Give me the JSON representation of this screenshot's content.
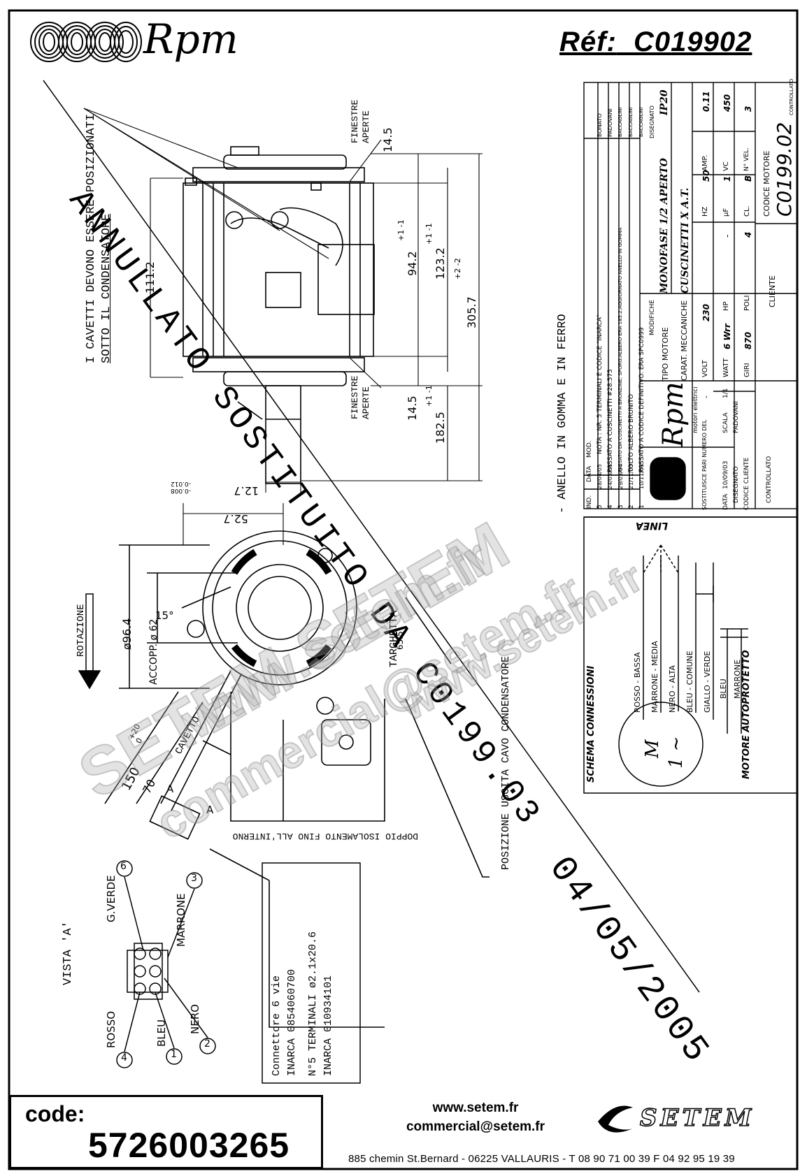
{
  "header": {
    "brand": "Rpm",
    "ref_label": "Réf:",
    "ref_value": "C019902"
  },
  "drawing": {
    "note_cables": [
      "I CAVETTI DEVONO ESSERE POSIZIONATI",
      "SOTTO IL CONDENSATORE"
    ],
    "windows_top": [
      "FINESTRE",
      "APERTE"
    ],
    "windows_bottom": [
      "FINESTRE",
      "APERTE"
    ],
    "dims": {
      "d1": "14.5",
      "d2": "94.2",
      "d3": "123.2",
      "d4": "305.7",
      "d5": "14.5",
      "d6": "182.5",
      "d7": "12.7",
      "d8": "52.7",
      "d9": "ø96.4",
      "d10": "ACCOPP. ø 62",
      "d11": "15°",
      "d12": "150",
      "d13": "70",
      "d14": "65.5",
      "d15": "111.2"
    },
    "tolerances": {
      "t1": "+1",
      "t2": "-1",
      "t3": "+1",
      "t4": "-1",
      "t5": "+2",
      "t6": "-2",
      "t7": "+1",
      "t8": "-1",
      "t9": "-0.008",
      "t10": "-0.012",
      "t11": "+20",
      "t12": "0"
    },
    "ring_note": "- ANELLO IN GOMMA E IN FERRO",
    "rotation": "ROTAZIONE",
    "plate": "TARGHETTA",
    "cable": "CAVETTO",
    "view_a_marks": [
      "A",
      "A"
    ],
    "double_insulation": "DOPPIO ISOLAMENTO FINO ALL'INTERNO",
    "cap_cable": "POSIZIONE USCITA CAVO CONDENSATORE",
    "cancel_stamp": "ANNULLATO SOSTITUITO DA C0199.03",
    "date_stamp": "04/05/2005",
    "view_a": "VISTA 'A'",
    "connector_pins": [
      {
        "num": "6",
        "label": "G.VERDE"
      },
      {
        "num": "3",
        "label": "MARRONE"
      },
      {
        "num": "2",
        "label": "NERO"
      },
      {
        "num": "1",
        "label": "BLEU"
      },
      {
        "num": "4",
        "label": "ROSSO"
      }
    ],
    "connector_note": [
      "Connettore 6 vie",
      "INARCA 0854060700",
      "N°5 TERMINALI ø2.1x20.6",
      "INARCA 010934101"
    ]
  },
  "title_block": {
    "revisions": [
      {
        "ind": "5",
        "date": "28/04/05",
        "mod": "NOTA : NR. 5 TERMINALI E CODICE \"INARCA\"",
        "by": "BONATO"
      },
      {
        "ind": "4",
        "date": "24/03/05",
        "mod": "PASSATO A CUSCINETTI #28.575",
        "by": "PADOVANI"
      },
      {
        "ind": "3",
        "date": "29/03/04",
        "mod": "PASSATO DA CUSCINETTI A BRONZINE; SPORG.ALBERO ERA 185.2,AGGIORNATO ANELLO IN GOMMA",
        "by": "BACCAGLINI"
      },
      {
        "ind": "2",
        "date": "21/11/03",
        "mod": "TOLTO ALBERO BRUNITO",
        "by": "BACCAGLINI"
      },
      {
        "ind": "1",
        "date": "10/11/03",
        "mod": "PASSATO A CODICE DEFINITIVO. ERA SPC0999",
        "by": "BACCAGLINI"
      }
    ],
    "rev_headers": {
      "ind": "IND.",
      "date": "DATA",
      "mod": "MODIFICHE",
      "drawn": "DISEGNATO",
      "checked": "CONTROLLATO"
    },
    "mod_col_label": "MOD.",
    "motor_type_label": "TIPO MOTORE",
    "motor_type": "MONOFASE 1/2 APERTO",
    "ip": "IP20",
    "mech_label": "CARAT. MECCANICHE",
    "mech": "CUSCINETTI X A.T.",
    "specs": [
      {
        "k": "VOLT",
        "v": "230"
      },
      {
        "k": "HZ",
        "v": "50"
      },
      {
        "k": "AMP.",
        "v": "0.11"
      },
      {
        "k": "WATT",
        "v": "6 W"
      },
      {
        "k": "HP",
        "v": "-"
      },
      {
        "k": "µF",
        "v": "1"
      },
      {
        "k": "VC",
        "v": "450"
      },
      {
        "k": "GIRI",
        "v": "870"
      },
      {
        "k": "POLI",
        "v": "4"
      },
      {
        "k": "CL.",
        "v": "B"
      },
      {
        "k": "N° VEL.",
        "v": "3"
      }
    ],
    "watt_suffix": "rr",
    "client_label": "CLIENTE",
    "motor_code_label": "CODICE MOTORE",
    "motor_code": "C0199.02",
    "client_code_label": "CODICE CLIENTE",
    "replaces_label": "SOSTITUISCE PARI NUMERO DEL",
    "replaces_value": "-",
    "date_label": "DATA",
    "date_value": "10/09/03",
    "scale_label": "SCALA",
    "scale_value": "1/1",
    "drawn_label": "DISEGNATO",
    "drawn_value": "PADOVANI",
    "checked_label": "CONTROLLATO",
    "company_name": "Rpm",
    "company_sub": "motori elettrici"
  },
  "wiring": {
    "title": "SCHEMA CONNESSIONI",
    "line": "LINEA",
    "wires": [
      "ROSSO - BASSA",
      "MARRONE - MEDIA",
      "NERO - ALTA",
      "BLEU - COMUNE",
      "GIALLO - VERDE",
      "BLEU",
      "MARRONE"
    ],
    "motor_symbol_top": "M",
    "motor_symbol_bottom": "1 ~",
    "note": "MOTORE AUTOPROTETTO"
  },
  "watermark": {
    "line1": "www.setem.fr",
    "line2": "SETEM SETEM",
    "line3": "commercial@setem.fr",
    "line4": "www.setem.fr"
  },
  "footer": {
    "code_label": "code:",
    "code_value": "5726003265",
    "web": "www.setem.fr",
    "email": "commercial@setem.fr",
    "address": "885 chemin St.Bernard  -  06225 VALLAURIS  -  T 08 90 71 00 39   F 04 92 95 19 39",
    "logo": "SETEM"
  }
}
